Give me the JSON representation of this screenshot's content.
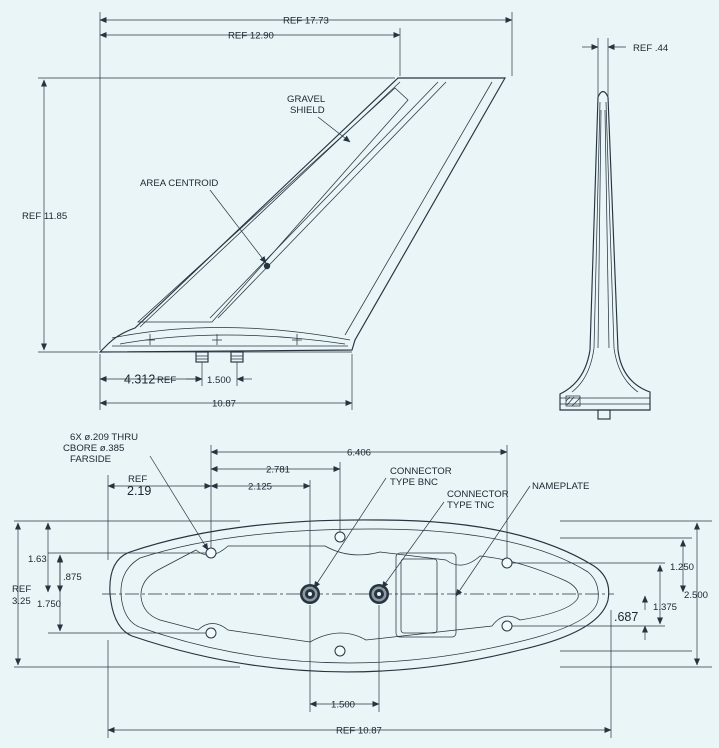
{
  "side_view": {
    "dim_ref_1773": "REF 17.73",
    "dim_ref_1290": "REF 12.90",
    "dim_ref_1185": "REF 11.85",
    "dim_4312": "4.312",
    "dim_4312_ref": "REF",
    "dim_1500": "1.500",
    "dim_1087": "10.87",
    "label_gravel": "GRAVEL",
    "label_shield": "SHIELD",
    "label_centroid": "AREA CENTROID"
  },
  "end_view": {
    "dim_ref_44": "REF .44"
  },
  "base_view": {
    "holes_line1": "6X ø.209 THRU",
    "holes_line2": "CBORE ø.385",
    "holes_line3": "FARSIDE",
    "dim_ref_label": "REF",
    "dim_219": "2.19",
    "dim_6406": "6.406",
    "dim_2781": "2.781",
    "dim_2125": "2.125",
    "bnc_line1": "CONNECTOR",
    "bnc_line2": "TYPE BNC",
    "tnc_line1": "CONNECTOR",
    "tnc_line2": "TYPE TNC",
    "nameplate": "NAMEPLATE",
    "dim_163": "1.63",
    "dim_875": ".875",
    "dim_ref325_a": "REF",
    "dim_ref325_b": "3.25",
    "dim_1750": "1.750",
    "dim_1250": "1.250",
    "dim_2500": "2.500",
    "dim_687": ".687",
    "dim_1375": "1.375",
    "dim_1500b": "1.500",
    "dim_ref1087": "REF 10.87"
  },
  "colors": {
    "background": "#e9f5f7",
    "ink": "#27343f"
  }
}
